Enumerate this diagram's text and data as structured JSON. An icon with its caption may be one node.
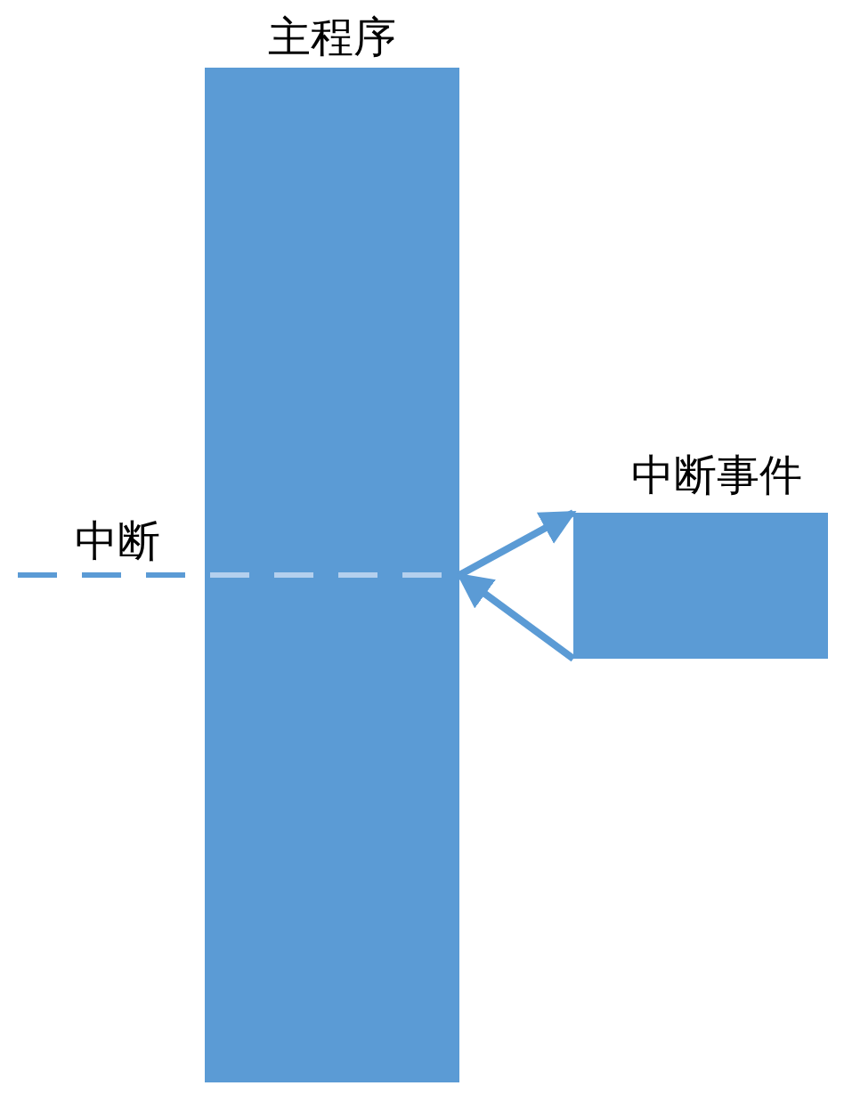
{
  "diagram": {
    "nodes": [
      {
        "text": [
          "主程序"
        ]
      },
      {
        "text": [
          "中断事件"
        ]
      }
    ],
    "edges": [
      {
        "from": null,
        "to": 0,
        "arrow": "none",
        "style": "dashed",
        "label": "中断"
      },
      {
        "from": 0,
        "to": 1,
        "arrow": "to"
      },
      {
        "from": 1,
        "to": 0,
        "arrow": "to"
      }
    ]
  }
}
